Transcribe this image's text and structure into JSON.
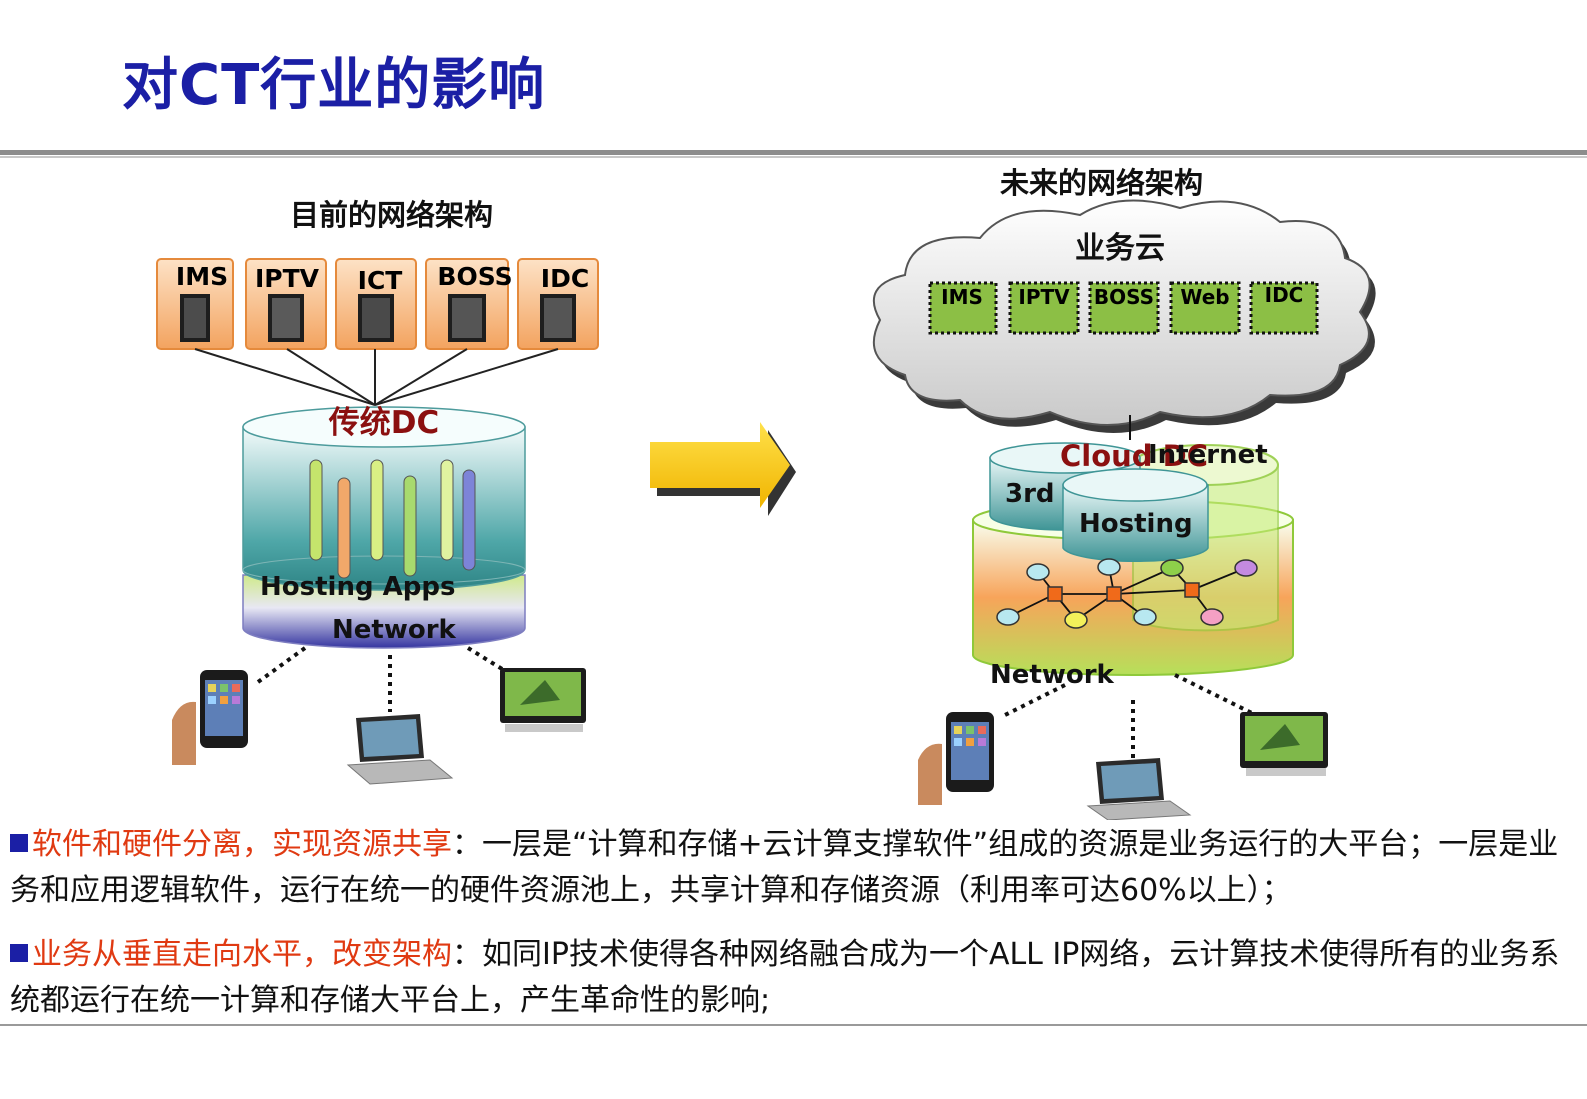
{
  "title": "对CT行业的影响",
  "left_diagram": {
    "heading": "目前的网络架构",
    "servers": [
      "IMS",
      "IPTV",
      "ICT",
      "BOSS",
      "IDC"
    ],
    "dc_label": "传统DC",
    "hosting_label": "Hosting Apps",
    "network_label": "Network"
  },
  "right_diagram": {
    "heading": "未来的网络架构",
    "cloud_label": "业务云",
    "services": [
      "IMS",
      "IPTV",
      "BOSS",
      "Web",
      "IDC"
    ],
    "cloud_dc_label": "Cloud DC",
    "internet_label": "Internet",
    "third_label": "3rd",
    "hosting_label": "Hosting",
    "network_label": "Network"
  },
  "bullets": [
    {
      "highlight": "软件和硬件分离，实现资源共享",
      "text": "：一层是“计算和存储+云计算支撑软件”组成的资源是业务运行的大平台；一层是业务和应用逻辑软件，运行在统一的硬件资源池上，共享计算和存储资源（利用率可达60%以上）；"
    },
    {
      "highlight": "业务从垂直走向水平，改变架构",
      "text": "：如同IP技术使得各种网络融合成为一个ALL IP网络，云计算技术使得所有的业务系统都运行在统一计算和存储大平台上，产生革命性的影响;"
    }
  ],
  "colors": {
    "title": "#1b1fa5",
    "highlight": "#e03a12",
    "dc_label": "#8b1010",
    "arrow": "#f5c800"
  }
}
